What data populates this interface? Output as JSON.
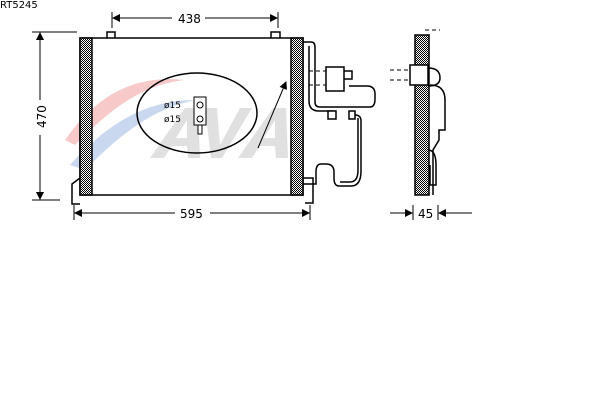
{
  "part_code": "RT5245",
  "logo_text": "AVA",
  "dimensions": {
    "width_brackets": "438",
    "height": "470",
    "width_total": "595",
    "depth": "45"
  },
  "connector": {
    "port1": "ø15",
    "port2": "ø15"
  }
}
